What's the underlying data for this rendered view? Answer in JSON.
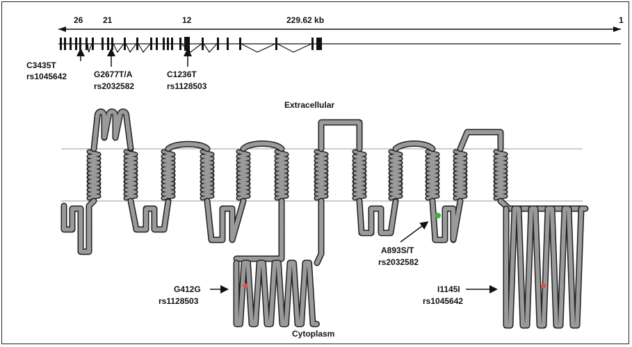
{
  "gene_map": {
    "exon_numbers": [
      "26",
      "21",
      "12"
    ],
    "length_label": "229.62 kb",
    "end_exon": "1"
  },
  "snp_labels": {
    "c3435t": {
      "change": "C3435T",
      "rsid": "rs1045642"
    },
    "g2677t": {
      "change": "G2677T/A",
      "rsid": "rs2032582"
    },
    "c1236t": {
      "change": "C1236T",
      "rsid": "rs1128503"
    }
  },
  "membrane": {
    "extracellular_label": "Extracellular",
    "cytoplasm_label": "Cytoplasm"
  },
  "protein_variants": {
    "g412g": {
      "change": "G412G",
      "rsid": "rs1128503",
      "color": "#e05050"
    },
    "a893s": {
      "change": "A893S/T",
      "rsid": "rs2032582",
      "color": "#40b040"
    },
    "i1145i": {
      "change": "I1145I",
      "rsid": "rs1045642",
      "color": "#e05050"
    }
  },
  "colors": {
    "bead": "#9a9a9a",
    "line": "#111111",
    "membrane": "#bbbbbb"
  }
}
